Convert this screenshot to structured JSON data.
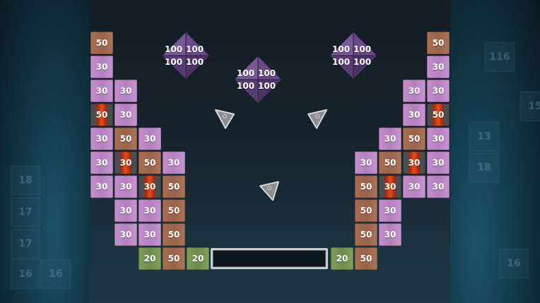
{
  "game": {
    "brick_colors": {
      "30": "#b884c2",
      "50": "#a06a4e",
      "20": "#76944f",
      "fire": "#d8461a"
    },
    "bricks": [
      {
        "row": 0,
        "col": 0,
        "value": "50",
        "type": "brown"
      },
      {
        "row": 1,
        "col": 0,
        "value": "30",
        "type": "purple"
      },
      {
        "row": 2,
        "col": 0,
        "value": "30",
        "type": "purple"
      },
      {
        "row": 2,
        "col": 1,
        "value": "30",
        "type": "purple"
      },
      {
        "row": 3,
        "col": 0,
        "value": "50",
        "type": "fire"
      },
      {
        "row": 3,
        "col": 1,
        "value": "30",
        "type": "purple"
      },
      {
        "row": 4,
        "col": 0,
        "value": "30",
        "type": "purple"
      },
      {
        "row": 4,
        "col": 1,
        "value": "50",
        "type": "brown"
      },
      {
        "row": 4,
        "col": 2,
        "value": "30",
        "type": "purple"
      },
      {
        "row": 5,
        "col": 0,
        "value": "30",
        "type": "purple"
      },
      {
        "row": 5,
        "col": 1,
        "value": "30",
        "type": "fire"
      },
      {
        "row": 5,
        "col": 2,
        "value": "50",
        "type": "brown"
      },
      {
        "row": 5,
        "col": 3,
        "value": "30",
        "type": "purple"
      },
      {
        "row": 6,
        "col": 0,
        "value": "30",
        "type": "purple"
      },
      {
        "row": 6,
        "col": 1,
        "value": "30",
        "type": "purple"
      },
      {
        "row": 6,
        "col": 2,
        "value": "30",
        "type": "fire"
      },
      {
        "row": 6,
        "col": 3,
        "value": "50",
        "type": "brown"
      },
      {
        "row": 7,
        "col": 1,
        "value": "30",
        "type": "purple"
      },
      {
        "row": 7,
        "col": 2,
        "value": "30",
        "type": "purple"
      },
      {
        "row": 7,
        "col": 3,
        "value": "50",
        "type": "brown"
      },
      {
        "row": 8,
        "col": 1,
        "value": "30",
        "type": "purple"
      },
      {
        "row": 8,
        "col": 2,
        "value": "30",
        "type": "purple"
      },
      {
        "row": 8,
        "col": 3,
        "value": "50",
        "type": "brown"
      },
      {
        "row": 9,
        "col": 2,
        "value": "20",
        "type": "green"
      },
      {
        "row": 9,
        "col": 3,
        "value": "50",
        "type": "brown"
      },
      {
        "row": 9,
        "col": 4,
        "value": "20",
        "type": "green"
      },
      {
        "row": 0,
        "col": 14,
        "value": "50",
        "type": "brown"
      },
      {
        "row": 1,
        "col": 14,
        "value": "30",
        "type": "purple"
      },
      {
        "row": 2,
        "col": 13,
        "value": "30",
        "type": "purple"
      },
      {
        "row": 2,
        "col": 14,
        "value": "30",
        "type": "purple"
      },
      {
        "row": 3,
        "col": 13,
        "value": "30",
        "type": "purple"
      },
      {
        "row": 3,
        "col": 14,
        "value": "50",
        "type": "fire"
      },
      {
        "row": 4,
        "col": 12,
        "value": "30",
        "type": "purple"
      },
      {
        "row": 4,
        "col": 13,
        "value": "50",
        "type": "brown"
      },
      {
        "row": 4,
        "col": 14,
        "value": "30",
        "type": "purple"
      },
      {
        "row": 5,
        "col": 11,
        "value": "30",
        "type": "purple"
      },
      {
        "row": 5,
        "col": 12,
        "value": "50",
        "type": "brown"
      },
      {
        "row": 5,
        "col": 13,
        "value": "30",
        "type": "fire"
      },
      {
        "row": 5,
        "col": 14,
        "value": "30",
        "type": "purple"
      },
      {
        "row": 6,
        "col": 11,
        "value": "50",
        "type": "brown"
      },
      {
        "row": 6,
        "col": 12,
        "value": "30",
        "type": "fire"
      },
      {
        "row": 6,
        "col": 13,
        "value": "30",
        "type": "purple"
      },
      {
        "row": 6,
        "col": 14,
        "value": "30",
        "type": "purple"
      },
      {
        "row": 7,
        "col": 11,
        "value": "50",
        "type": "brown"
      },
      {
        "row": 7,
        "col": 12,
        "value": "30",
        "type": "purple"
      },
      {
        "row": 8,
        "col": 11,
        "value": "50",
        "type": "brown"
      },
      {
        "row": 8,
        "col": 12,
        "value": "30",
        "type": "purple"
      },
      {
        "row": 9,
        "col": 10,
        "value": "20",
        "type": "green"
      },
      {
        "row": 9,
        "col": 11,
        "value": "50",
        "type": "brown"
      }
    ],
    "diamonds": [
      {
        "labels": [
          "100",
          "100",
          "100",
          "100"
        ]
      },
      {
        "labels": [
          "100",
          "100",
          "100",
          "100"
        ]
      },
      {
        "labels": [
          "100",
          "100",
          "100",
          "100"
        ]
      }
    ],
    "bumpers": [
      "triangle",
      "triangle",
      "triangle"
    ],
    "background_numbers_left": [
      "18",
      "17",
      "17",
      "16",
      "16"
    ],
    "background_numbers_right": [
      "116",
      "15",
      "13",
      "18",
      "16"
    ]
  }
}
